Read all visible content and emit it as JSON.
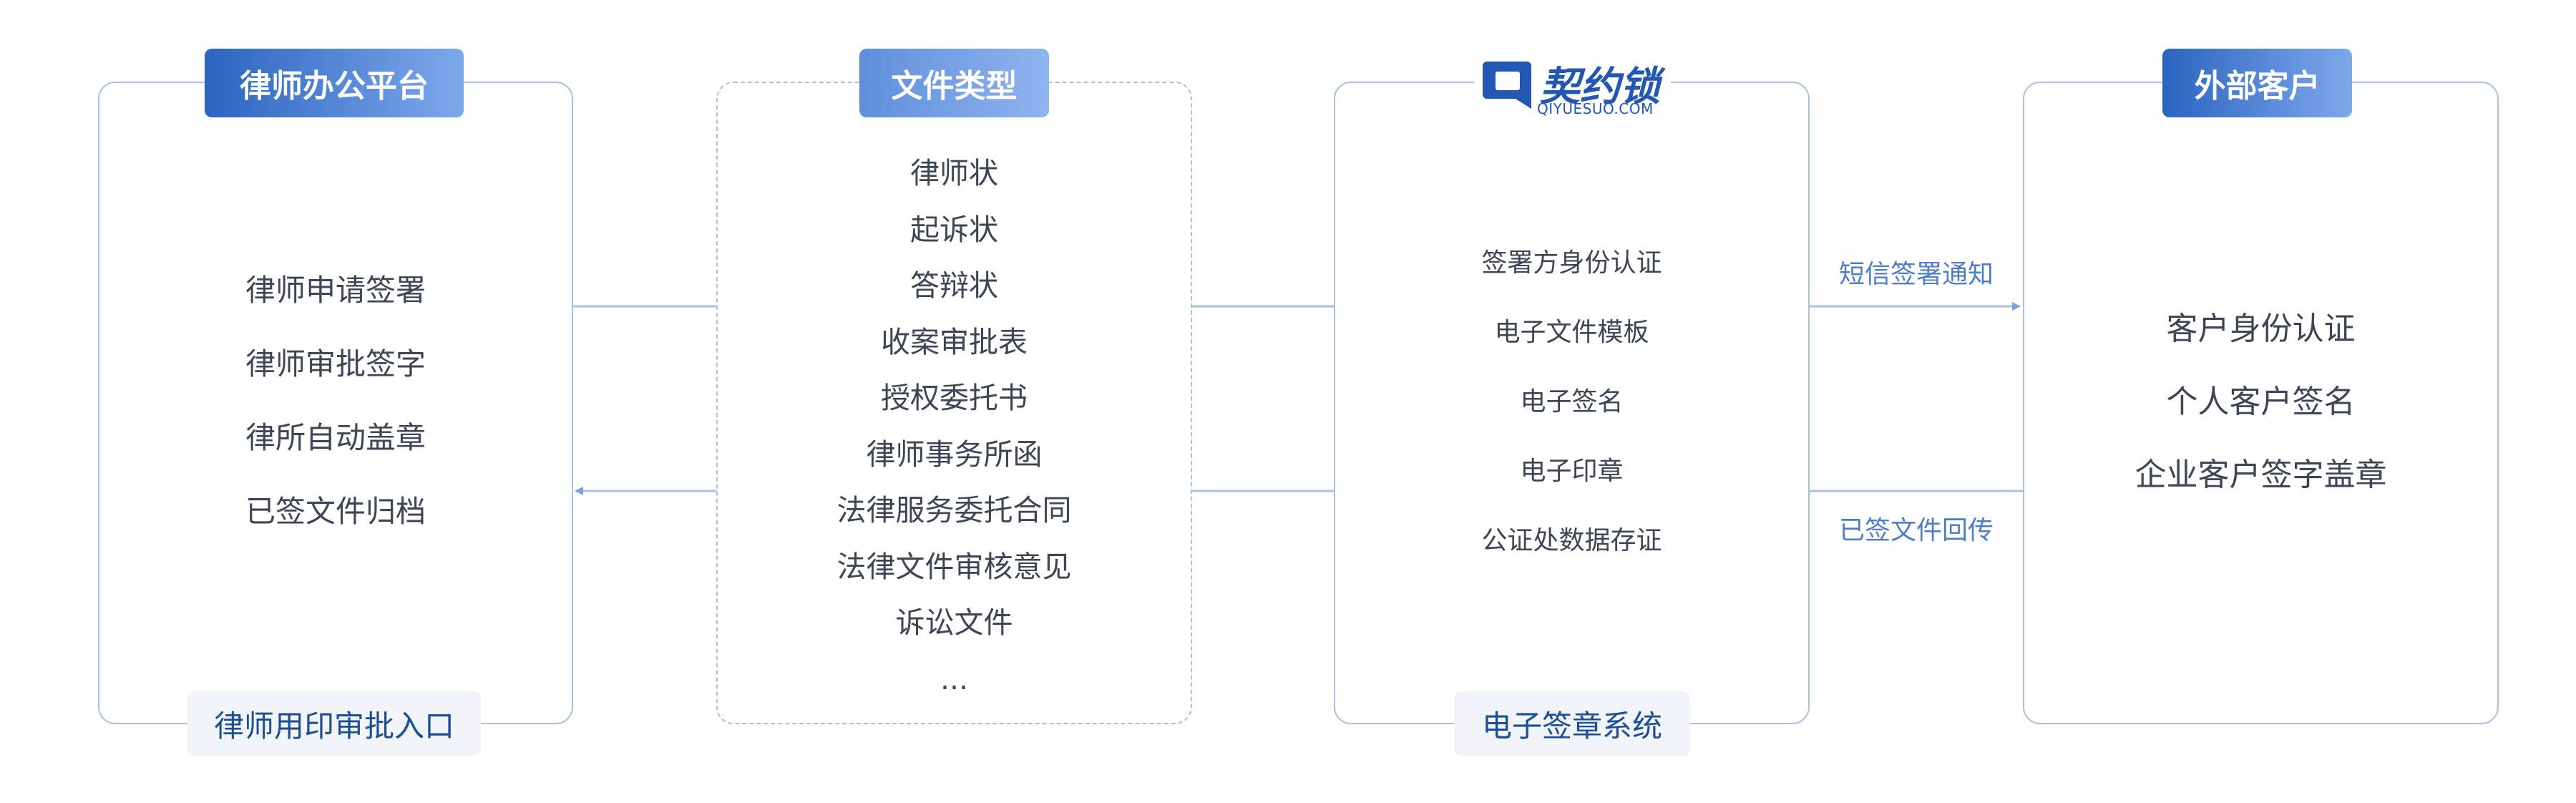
{
  "lawyer_office": {
    "title": "律师办公平台",
    "items": [
      "律师申请签署",
      "律师审批签字",
      "律所自动盖章",
      "已签文件归档"
    ],
    "footer": "律师用印审批入口"
  },
  "document_types": {
    "title": "文件类型",
    "items": [
      "律师状",
      "起诉状",
      "答辩状",
      "收案审批表",
      "授权委托书",
      "律师事务所函",
      "法律服务委托合同",
      "法律文件审核意见",
      "诉讼文件",
      "..."
    ]
  },
  "esign_system": {
    "logo": {
      "name_cn": "契约锁",
      "name_en": "QIYUESUO.COM"
    },
    "items": [
      "签署方身份认证",
      "电子文件模板",
      "电子签名",
      "电子印章",
      "公证处数据存证"
    ],
    "footer": "电子签章系统"
  },
  "external_clients": {
    "title": "外部客户",
    "items": [
      "客户身份认证",
      "个人客户签名",
      "企业客户签字盖章"
    ]
  },
  "connectors": {
    "sms_notice": "短信签署通知",
    "signed_return": "已签文件回传"
  },
  "colors": {
    "border": "#a9c1e3",
    "accent": "#2b64bf",
    "arrow": "#7fa3d6",
    "label": "#4e7ec9"
  }
}
